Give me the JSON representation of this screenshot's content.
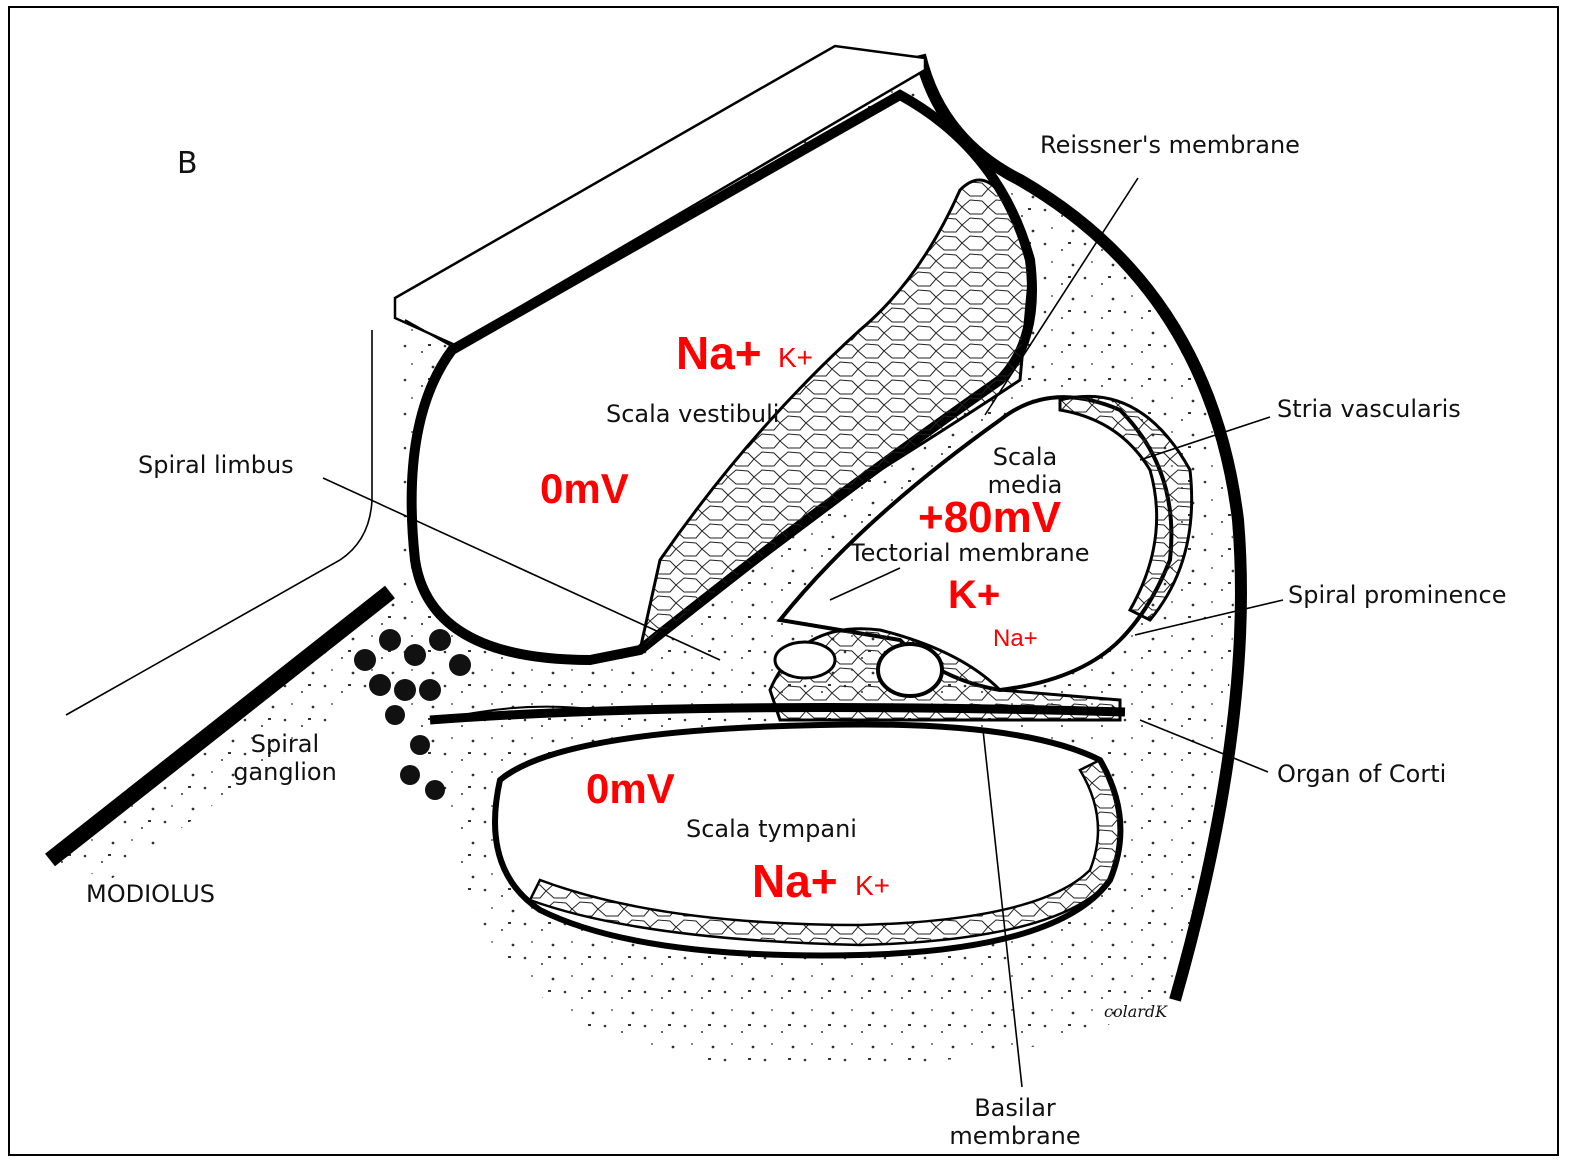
{
  "figure_label": "B",
  "labels": {
    "reissners_membrane": "Reissner's membrane",
    "stria_vascularis": "Stria vascularis",
    "spiral_limbus": "Spiral limbus",
    "scala_vestibuli": "Scala vestibuli",
    "scala_media_line1": "Scala",
    "scala_media_line2": "media",
    "tectorial_membrane": "Tectorial membrane",
    "spiral_prominence": "Spiral prominence",
    "spiral_ganglion_line1": "Spiral",
    "spiral_ganglion_line2": "ganglion",
    "organ_of_corti": "Organ of Corti",
    "scala_tympani": "Scala tympani",
    "modiolus": "MODIOLUS",
    "basilar_line1": "Basilar",
    "basilar_line2": "membrane"
  },
  "annotations": {
    "vestibuli_na": "Na+",
    "vestibuli_k": "K+",
    "vestibuli_potential": "0mV",
    "media_potential": "+80mV",
    "media_k": "K+",
    "media_na": "Na+",
    "tympani_potential": "0mV",
    "tympani_na": "Na+",
    "tympani_k": "K+"
  },
  "signature": "colardK",
  "colors": {
    "annotation": "#ff0000",
    "ink": "#000000"
  }
}
